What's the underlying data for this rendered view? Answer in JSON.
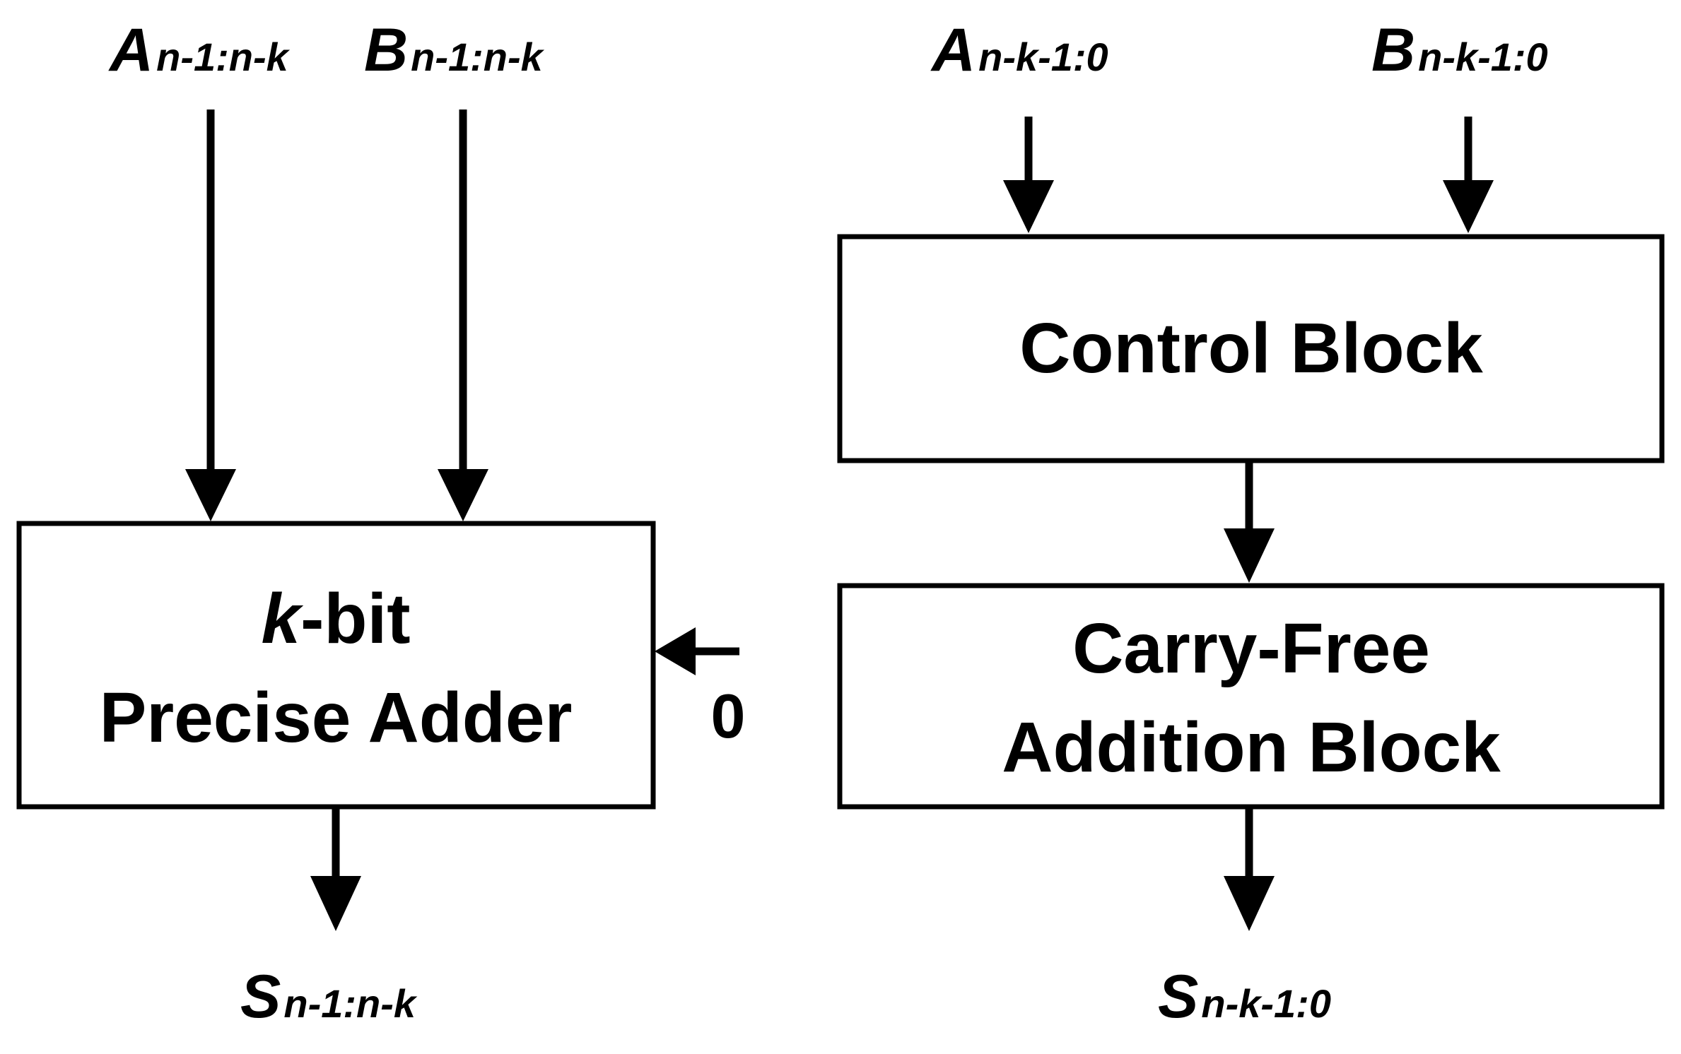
{
  "signals": {
    "a_high": {
      "main": "A",
      "sub": "n-1:n-k"
    },
    "b_high": {
      "main": "B",
      "sub": "n-1:n-k"
    },
    "a_low": {
      "main": "A",
      "sub": "n-k-1:0"
    },
    "b_low": {
      "main": "B",
      "sub": "n-k-1:0"
    },
    "s_high": {
      "main": "S",
      "sub": "n-1:n-k"
    },
    "s_low": {
      "main": "S",
      "sub": "n-k-1:0"
    }
  },
  "blocks": {
    "precise_adder": {
      "k": "k",
      "line1_rest": "-bit",
      "line2": "Precise Adder"
    },
    "control": {
      "label": "Control Block"
    },
    "carry_free": {
      "line1": "Carry-Free",
      "line2": "Addition Block"
    }
  },
  "carry_in": {
    "label": "0"
  }
}
